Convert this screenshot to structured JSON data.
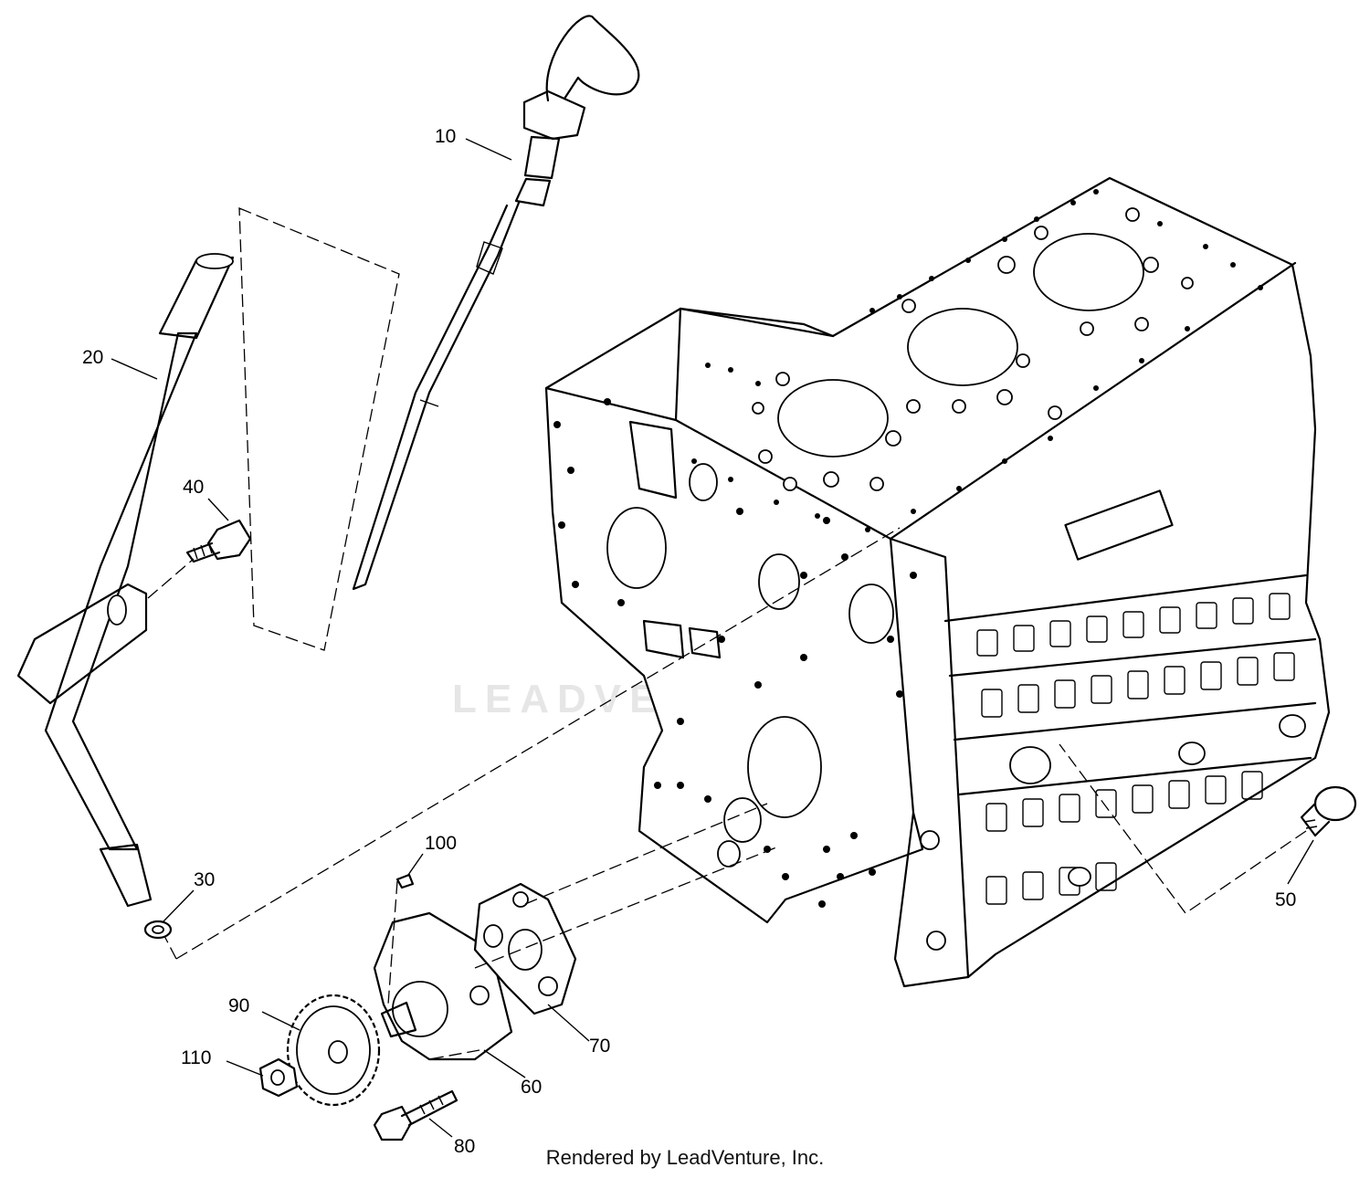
{
  "diagram": {
    "callouts": [
      {
        "id": "p10",
        "label": "10"
      },
      {
        "id": "p20",
        "label": "20"
      },
      {
        "id": "p30",
        "label": "30"
      },
      {
        "id": "p40",
        "label": "40"
      },
      {
        "id": "p50",
        "label": "50"
      },
      {
        "id": "p60",
        "label": "60"
      },
      {
        "id": "p70",
        "label": "70"
      },
      {
        "id": "p80",
        "label": "80"
      },
      {
        "id": "p90",
        "label": "90"
      },
      {
        "id": "p100",
        "label": "100"
      },
      {
        "id": "p110",
        "label": "110"
      }
    ],
    "watermark": "LEADVENTURE",
    "credit": "Rendered by LeadVenture, Inc."
  },
  "colors": {
    "line": "#000000",
    "background": "#ffffff",
    "watermark": "#e6e6e6"
  }
}
